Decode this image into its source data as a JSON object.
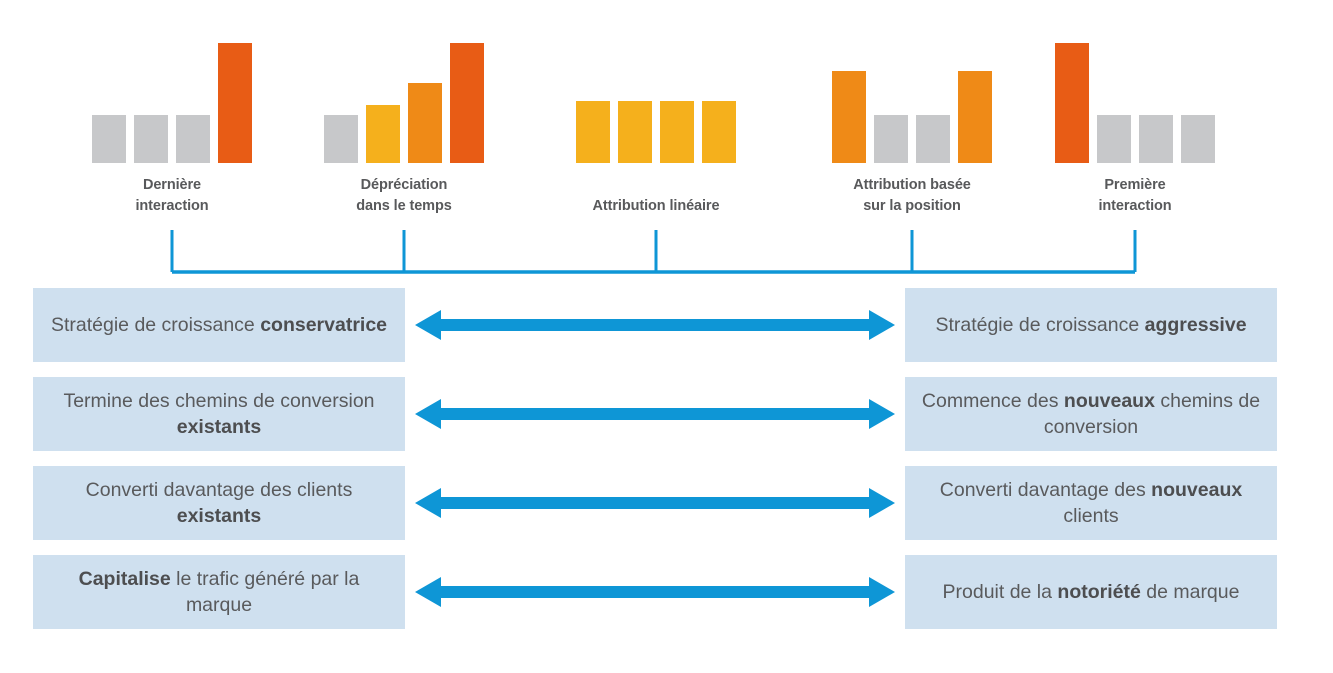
{
  "colors": {
    "gray": "#c7c8ca",
    "yellow": "#f5b01c",
    "orange": "#ef8a17",
    "dark_orange": "#e85c15",
    "blue": "#0e96d6",
    "panel_bg": "#cfe0ef",
    "text_gray": "#58595b"
  },
  "chart_data": {
    "type": "bar",
    "title": "",
    "xlabel": "",
    "ylabel": "",
    "grid": false,
    "legend": "none",
    "ylim": [
      0,
      130
    ],
    "categories": [
      "Dernière interaction",
      "Dépréciation dans le temps",
      "Attribution linéaire",
      "Attribution basée sur la position",
      "Première interaction"
    ],
    "groups": [
      {
        "label_lines": [
          "Dernière",
          "interaction"
        ],
        "bars": [
          {
            "value": 48,
            "color": "#c7c8ca"
          },
          {
            "value": 48,
            "color": "#c7c8ca"
          },
          {
            "value": 48,
            "color": "#c7c8ca"
          },
          {
            "value": 120,
            "color": "#e85c15"
          }
        ]
      },
      {
        "label_lines": [
          "Dépréciation",
          "dans le temps"
        ],
        "bars": [
          {
            "value": 48,
            "color": "#c7c8ca"
          },
          {
            "value": 58,
            "color": "#f5b01c"
          },
          {
            "value": 80,
            "color": "#ef8a17"
          },
          {
            "value": 120,
            "color": "#e85c15"
          }
        ]
      },
      {
        "label_lines": [
          "Attribution linéaire"
        ],
        "bars": [
          {
            "value": 62,
            "color": "#f5b01c"
          },
          {
            "value": 62,
            "color": "#f5b01c"
          },
          {
            "value": 62,
            "color": "#f5b01c"
          },
          {
            "value": 62,
            "color": "#f5b01c"
          }
        ]
      },
      {
        "label_lines": [
          "Attribution basée",
          "sur la position"
        ],
        "bars": [
          {
            "value": 92,
            "color": "#ef8a17"
          },
          {
            "value": 48,
            "color": "#c7c8ca"
          },
          {
            "value": 48,
            "color": "#c7c8ca"
          },
          {
            "value": 92,
            "color": "#ef8a17"
          }
        ]
      },
      {
        "label_lines": [
          "Première",
          "interaction"
        ],
        "bars": [
          {
            "value": 120,
            "color": "#e85c15"
          },
          {
            "value": 48,
            "color": "#c7c8ca"
          },
          {
            "value": 48,
            "color": "#c7c8ca"
          },
          {
            "value": 48,
            "color": "#c7c8ca"
          }
        ]
      }
    ]
  },
  "rows": [
    {
      "left": {
        "pre": "Stratégie de croissance ",
        "bold": "conservatrice",
        "post": ""
      },
      "right": {
        "pre": "Stratégie de croissance ",
        "bold": "aggressive",
        "post": ""
      },
      "arrow": "double-headed-arrow"
    },
    {
      "left": {
        "pre": "Termine des chemins de conversion ",
        "bold": "existants",
        "post": ""
      },
      "right": {
        "pre": "Commence des ",
        "bold": "nouveaux",
        "post": " chemins de conversion"
      },
      "arrow": "double-headed-arrow"
    },
    {
      "left": {
        "pre": "Converti davantage des clients ",
        "bold": "existants",
        "post": ""
      },
      "right": {
        "pre": "Converti davantage des ",
        "bold": "nouveaux",
        "post": " clients"
      },
      "arrow": "double-headed-arrow"
    },
    {
      "left": {
        "pre": "",
        "bold": "Capitalise",
        "post": " le trafic généré par la marque"
      },
      "right": {
        "pre": "Produit de la ",
        "bold": "notoriété",
        "post": " de marque"
      },
      "arrow": "double-headed-arrow"
    }
  ],
  "bracket": {
    "tick_positions": [
      172,
      404,
      656,
      912,
      1135
    ],
    "baseline_y": 47,
    "tick_top_y": 5
  }
}
